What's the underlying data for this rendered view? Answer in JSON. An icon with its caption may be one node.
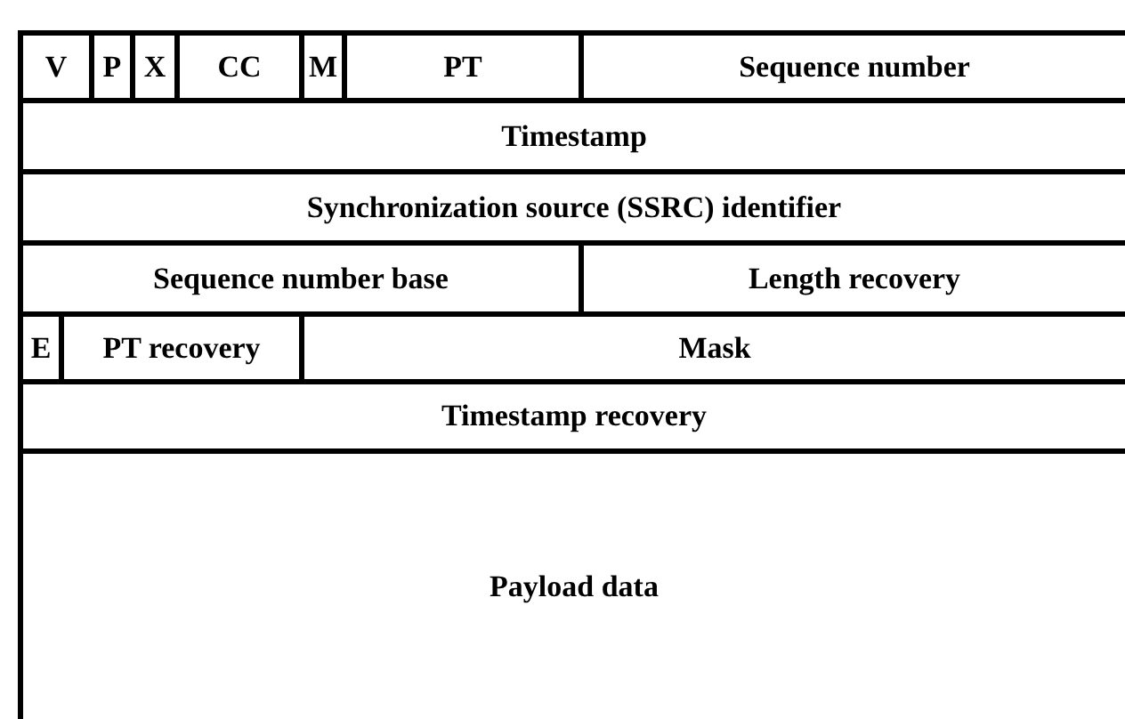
{
  "diagram": {
    "nodes": [
      {
        "text": [
          "V"
        ]
      },
      {
        "text": [
          "P"
        ]
      },
      {
        "text": [
          "X"
        ]
      },
      {
        "text": [
          "CC"
        ]
      },
      {
        "text": [
          "M"
        ]
      },
      {
        "text": [
          "PT"
        ]
      },
      {
        "text": [
          "Sequence number"
        ]
      },
      {
        "text": [
          "Timestamp"
        ]
      },
      {
        "text": [
          "Synchronization source (SSRC) identifier"
        ]
      },
      {
        "text": [
          "Sequence number base"
        ]
      },
      {
        "text": [
          "Length recovery"
        ]
      },
      {
        "text": [
          "E"
        ]
      },
      {
        "text": [
          "PT recovery"
        ]
      },
      {
        "text": [
          "Mask"
        ]
      },
      {
        "text": [
          "Timestamp recovery"
        ]
      },
      {
        "text": [
          "Payload data"
        ]
      }
    ]
  }
}
